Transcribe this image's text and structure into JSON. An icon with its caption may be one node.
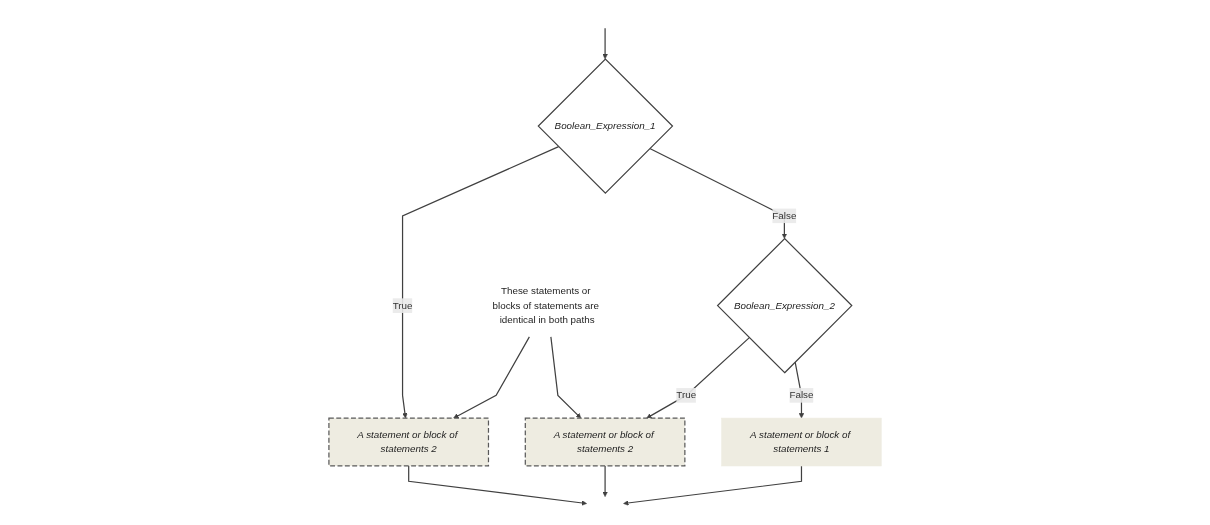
{
  "diagram": {
    "nodes": [
      {
        "text": [
          "Boolean_Expression_1"
        ]
      },
      {
        "text": [
          "Boolean_Expression_2"
        ]
      },
      {
        "text": [
          "A statement or block of statements 2"
        ]
      },
      {
        "text": [
          "These statements or blocks of statements are identical in both paths"
        ]
      },
      {
        "text": [
          "A statement or block of statements 2"
        ]
      },
      {
        "text": [
          "A statement or block of statements 1"
        ]
      }
    ],
    "edges": [
      {
        "from": null,
        "to": 0,
        "arrow": "to"
      },
      {
        "from": 0,
        "to": 2,
        "label": "True",
        "arrow": "to"
      },
      {
        "from": 0,
        "to": 1,
        "label": "False",
        "arrow": "to"
      },
      {
        "from": 1,
        "to": 4,
        "label": "True",
        "arrow": "to"
      },
      {
        "from": 1,
        "to": 5,
        "label": "False",
        "arrow": "to"
      },
      {
        "from": 3,
        "to": 2,
        "arrow": "to"
      },
      {
        "from": 3,
        "to": 4,
        "arrow": "to"
      },
      {
        "from": 2,
        "to": null,
        "arrow": "to"
      },
      {
        "from": 4,
        "to": null,
        "arrow": "to"
      },
      {
        "from": 5,
        "to": null,
        "arrow": "to"
      }
    ]
  }
}
